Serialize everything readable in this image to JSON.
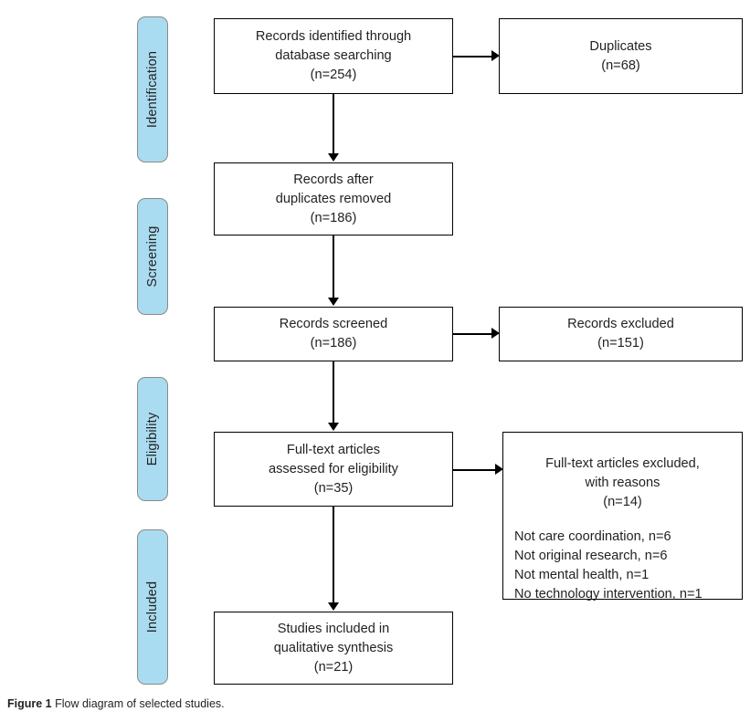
{
  "figure": {
    "caption_label": "Figure 1",
    "caption_text": "Flow diagram of selected studies."
  },
  "colors": {
    "stage_fill": "#a9dcf0",
    "stage_border": "#8a8a8a",
    "box_border": "#000000",
    "text": "#231f20",
    "page_background": "#ffffff"
  },
  "stages": [
    {
      "label": "Identification"
    },
    {
      "label": "Screening"
    },
    {
      "label": "Eligibility"
    },
    {
      "label": "Included"
    }
  ],
  "boxes": {
    "identified": {
      "line1": "Records identified through",
      "line2": "database searching",
      "line3": "(n=254)"
    },
    "duplicates": {
      "line1": "Duplicates",
      "line2": "(n=68)"
    },
    "after_duplicates": {
      "line1": "Records after",
      "line2": "duplicates removed",
      "line3": "(n=186)"
    },
    "screened": {
      "line1": "Records screened",
      "line2": "(n=186)"
    },
    "records_excluded": {
      "line1": "Records excluded",
      "line2": "(n=151)"
    },
    "fulltext_assessed": {
      "line1": "Full-text articles",
      "line2": "assessed for eligibility",
      "line3": "(n=35)"
    },
    "fulltext_excluded": {
      "head1": "Full-text articles excluded,",
      "head2": "with reasons",
      "head3": "(n=14)",
      "reasons": [
        "Not care coordination, n=6",
        "Not original research, n=6",
        "Not mental health, n=1",
        "No technology intervention, n=1"
      ]
    },
    "included": {
      "line1": "Studies included in",
      "line2": "qualitative synthesis",
      "line3": "(n=21)"
    }
  }
}
